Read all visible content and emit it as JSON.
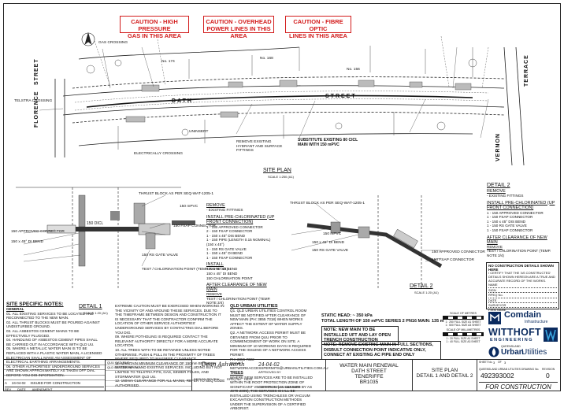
{
  "cautions": [
    {
      "line1": "CAUTION - HIGH PRESSURE",
      "line2": "GAS IN THIS AREA"
    },
    {
      "line1": "CAUTION - OVERHEAD",
      "line2": "POWER LINES IN THIS AREA"
    },
    {
      "line1": "CAUTION - FIBRE OPTIC",
      "line2": "LINES IN THIS AREA"
    }
  ],
  "streets": {
    "dath": "DATH",
    "street": "STREET",
    "florence": "FLORENCE",
    "florence_street": "STREET",
    "terrace": "TERRACE",
    "vernon": "VERNON"
  },
  "site_plan": {
    "title": "SITE PLAN",
    "scale": "SCALE 1:250 (A1)"
  },
  "detail1": {
    "title": "DETAIL 1",
    "scale": "SCALE 1:20 (A1)",
    "remove_heading": "REMOVE",
    "remove_text": "- EXISTING FITTINGS",
    "install_heading": "INSTALL PRE-CHLORINATED (UP FRONT CONNECTION)",
    "install_items": [
      "1 - 150 APPROVED CONNECTOR",
      "2 - 150 FSAP CONNECTOR",
      "1 - 150 x 45° DIS BEND",
      "1 - 150 PIPE (LENGTH 0.15 NOMINAL) (150 x 45°)",
      "1 - 150 RS GATE VALVE",
      "1 - 150 x 45° DI BEND",
      "1 - 150 FSAP CONNECTOR"
    ],
    "install2_heading": "INSTALL",
    "install2_items": [
      "150 x 90° DI BEND",
      "150 x 45° DI BEND",
      "150 CHLORINATION POINT"
    ],
    "after_heading": "AFTER CLEARANCE OF NEW MAIN",
    "after_sub": "REMOVE",
    "after_text": "TEST / CHLORINATION POINT (TEMP. NOTE 3/4)"
  },
  "detail2": {
    "title": "DETAIL 2",
    "scale": "SCALE 1:20 (A1)",
    "remove_heading": "REMOVE",
    "remove_text": "- EXISTING FITTINGS",
    "install_heading": "INSTALL PRE-CHLORINATED (UP FRONT CONNECTION)",
    "install_items": [
      "1 - 150 APPROVED CONNECTOR",
      "1 - 150 FSAP CONNECTOR",
      "1 - 150 x 45° DIS BEND",
      "1 - 150 RS GATE VALVE",
      "1 - 150 FSAP CONNECTOR"
    ],
    "after_heading": "AFTER CLEARANCE OF NEW MAIN",
    "after_sub": "REMOVE",
    "after_text": "TEST / CHLORINATION POINT (TEMP. NOTE 3/4)"
  },
  "plan_labels": {
    "substitute": "SUBSTITUTE EXISTING 80 CICL MAIN WITH 150 mPVC",
    "remove_hydrant": "REMOVE EXISTING HYDRANT AND SURFACE FITTINGS",
    "static_head": "STATIC HEAD: ~ 350 kPa",
    "total_length": "TOTAL LENGTH OF 150 mPVC SERIES 2 PN16 MAIN: 135 m",
    "note_pipe": "NOTE: NEW MAIN TO BE INSTALLED UFT AND LAY OPEN TRENCH CONSTRUCTION",
    "note_remove": "NOTE: REMOVE EXISTING MAIN IN FULL SECTIONS, DISBULT CONNECTION POINT INDICATIVE ONLY, CONNECT AT EXISTING AC PIPE END ONLY",
    "thrust_block": "THRUST BLOCK AS PER SEQ-WAT-1205-1",
    "pipe_150": "150 DICL",
    "pipe_mpvc": "150 mPVC",
    "gate_valve": "150 RS GATE VALVE",
    "fsap": "150 FSAP CONNECTOR",
    "approved": "150 APPROVED CONNECTOR",
    "bend": "150 x 45° DI BEND",
    "test_point": "TEST / CHLORINATION POINT (TEMP. NOTE 3/4)",
    "uninsert": "UNINSERT",
    "electric_crossing": "ELECTRICALLY CROSSING",
    "telstra": "TELSTRA CROSSING",
    "gas_crossing": "GAS CROSSING",
    "rd_no_a": "No. 174",
    "rd_no_b": "No. 168",
    "rd_no_c": "No. 156"
  },
  "site_notes": {
    "title": "SITE SPECIFIC NOTES:",
    "general": "GENERAL",
    "items": [
      "01. ALL EXISTING SERVICES TO BE LOCATED AND RECONNECTED TO THE NEW MAIN.",
      "02. ALL THRUST BLOCKS MUST BE POURED AGAINST UNDISTURBED GROUND.",
      "03. ALL ASBESTOS CEMENT MAINS TO BE EFFECTIVELY PLUGGED.",
      "04. HANDLING OF ASBESTOS CEMENT PIPES SHALL BE CARRIED OUT IN ACCORDANCE WITH QLD UU.",
      "05. WHERE A METALLIC WATER MAIN IS TO BE REPLACED WITH A PLASTIC WATER MAIN, A LICENSED ELECTRICIAN SHALL MAKE AN ASSESSMENT OF ELECTRICAL EARTHING ARRANGEMENTS.",
      "06. OTHER AUTHORITIES' UNDERGROUND SERVICES ARE SHOWN APPROXIMATELY AS TAKEN OFF DIAL BEFORE YOU DIG INFORMATION."
    ]
  },
  "mid_notes": [
    "EXTREME CAUTION MUST BE EXERCISED WHEN WORKING IN THE VICINITY OF AND AROUND THESE SERVICES. DUE TO THE TIMEFRAME BETWEEN DESIGN AND CONSTRUCTION IT IS NECESSARY THAT THE CONTRACTOR CONFIRM THE LOCATION OF OTHER SERVICE AUTHORITIES' UNDERGROUND SERVICES BY CONTACTING DIAL BEFORE YOU DIG.",
    "09. WHERE POTHOLING IS REQUIRED CONTACT THE RELEVANT AUTHORITY DIRECTLY FOR A MORE ACCURATE LOCATION.",
    "10. ALL TREES WITH TO BE RETAINED UNLESS NOTED OTHERWISE. PUSH & PULL IN THE PROXIMITY OF TREES WHERE REQUIRED TO MAXIMISE CLEARANCE.",
    "11. MAINTAIN MINIMUM CLEARANCE OF 150mm BETWEEN WATER MAIN AND EXISTING SERVICES. INCLUDING BUT NOT LIMITED TO TELSTRA PITS, GAS, SEWER POLES, AND STORMWATER QLD UU.",
    "12. 150mm CLEARANCE FOR ALL MAINS, REFER TO SEQ CODE AUTHORISED."
  ],
  "qld_notes": {
    "title": "QLD URBAN UTILITIES",
    "items": [
      "Q1. QLD URBAN UTILITIES CONTROL ROOM MUST BE NOTIFIED AFTER CLEARANCE OF NEW MAIN (PH: 3855 7318) WHEN WORKS AFFECT THE EXTENT OF WATER SUPPLY ZONES.",
      "Q2. A NETWORK ACCESS PERMIT MUST BE OBTAINED FROM QUU PRIOR TO COMMENCEMENT OF WORK ON SITE. A MINIMUM OF 10 WORKING DAYS IS REQUIRED FOR THE ISSUING OF A NETWORK ACCESS PERMIT.",
      "PH: 3855 7322",
      "EMAIL: NETWORKACCESSPERMITS@URBANUTILITIES.COM.AU"
    ],
    "trees_title": "TREES",
    "trees_text": "WHERE NEW SERVICES ARE TO BE INSTALLED WITHIN THE ROOT PROTECTION ZONE OF SIGNIFICANT VEGETATION (AS DEFINED BY AS 4970-2009), THE SERVICES SHALL BE INSTALLED USING TRENCHLESS OR VACUUM EXCAVATION CONSTRUCTION METHODS UNDER THE SUPERVISION OF A CERTIFIED ARBORIST."
  },
  "right_panel": {
    "certify_title": "NO CONSTRUCTION DETAILS SHOWN HERE",
    "certify_text": "I CERTIFY THAT THE 'AS CONSTRUCTED' DETAILS SHOWN HEREON ARE A TRUE AND ACCURATE RECORD OF THE WORKS.",
    "fields": [
      "NAME",
      "SIGN",
      "RPEQ No.",
      "DATE",
      "SURVEYOR",
      "FIRM NAME"
    ],
    "scale_label": "SCALE OF METRES",
    "scale_a1": "1 : 250 FULL SIZE A1 SHEET",
    "scale_a3": "1 : 500 FULL SIZE A3 SHEET",
    "scale_mm": "SCALE OF MILLIMETRES",
    "scale_b_a1": "1 : 20 FULL SIZE A1 SHEET",
    "scale_b_a3": "1 : 40 FULL SIZE A3 SHEET",
    "comdain": "Comdain",
    "comdain_sub": "Infrastructure",
    "witthoft": "WITTHOFT",
    "witthoft_sub": "ENGINEERING",
    "quu_pre": "QUEENSLAND",
    "quu_a": "Urban",
    "quu_b": "Utilities"
  },
  "title_block": {
    "rev": "A",
    "rev_date": "24-04-02",
    "rev_desc": "ISSUED FOR CONSTRUCTION",
    "rev_header": "REV",
    "date_header": "DATE",
    "amendment_header": "AMENDMENT",
    "drawn": "QUU CAD FILE",
    "drawn_val": "QLD DESIGN REF. NO.",
    "approved_label": "APPROVED BY",
    "design_review": "DESIGN REVIEW",
    "rpeq_label": "RPEQ No.",
    "date_label": "DATE",
    "construction_manager": "CONSTRUCTION MANAGER",
    "signature": "Dean Ashworth",
    "sig_date": "24-04-02",
    "project_type": "WATER MAIN RENEWAL",
    "street": "DATH STREET",
    "suburb": "TENERIFFE",
    "code": "BR1035",
    "drawing_title": "SITE PLAN",
    "drawing_subtitle": "DETAIL 1 AND DETAIL 2",
    "drawing_no_label": "QUEENSLAND URBAN UTILITIES DRAWING No.",
    "drawing_no": "492393002",
    "revision_label": "REVISION",
    "revision": "0",
    "sheet_label": "SHEET No.",
    "sheet": "3",
    "of": "OF",
    "total": "3",
    "status": "FOR CONSTRUCTION"
  }
}
